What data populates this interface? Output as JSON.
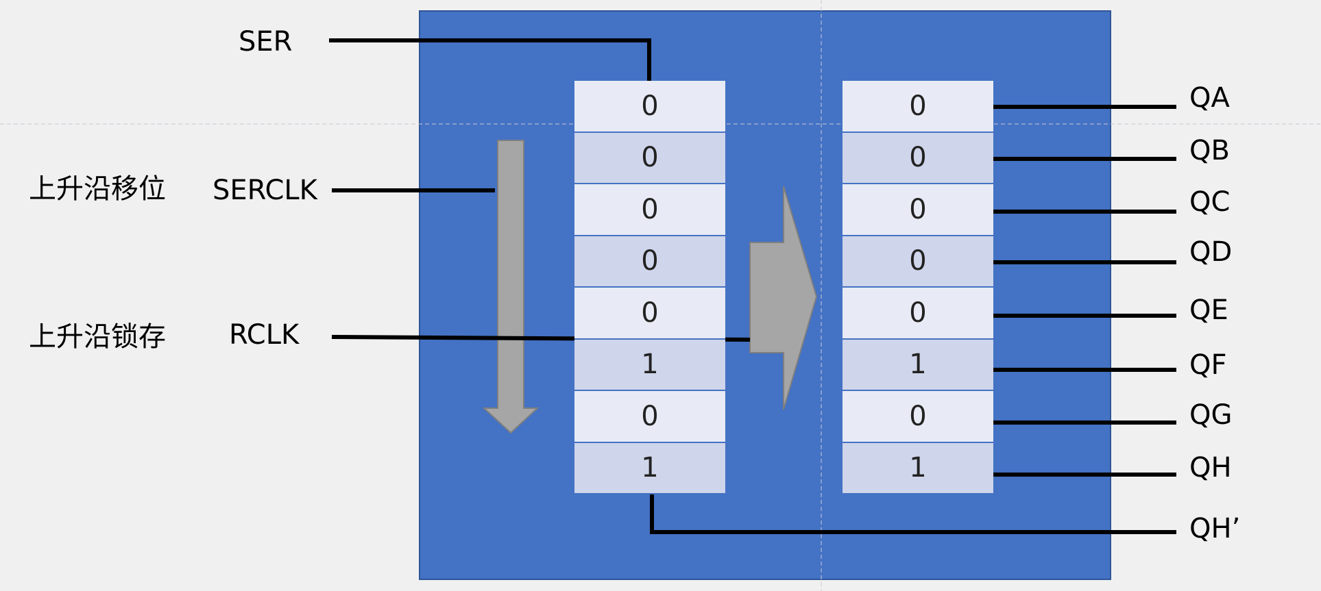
{
  "colors": {
    "background": "#f0f0f0",
    "chip_body": "#4472c4",
    "cell_light": "#e8ebf5",
    "cell_dark": "#cfd5ea",
    "arrow": "#a6a6a6",
    "wire": "#000000"
  },
  "inputs": {
    "ser": "SER",
    "serclk": "SERCLK",
    "serclk_note": "上升沿移位",
    "rclk": "RCLK",
    "rclk_note": "上升沿锁存"
  },
  "shift_register": [
    "0",
    "0",
    "0",
    "0",
    "0",
    "1",
    "0",
    "1"
  ],
  "storage_register": [
    "0",
    "0",
    "0",
    "0",
    "0",
    "1",
    "0",
    "1"
  ],
  "outputs": [
    "QA",
    "QB",
    "QC",
    "QD",
    "QE",
    "QF",
    "QG",
    "QH"
  ],
  "serial_out": "QH’"
}
